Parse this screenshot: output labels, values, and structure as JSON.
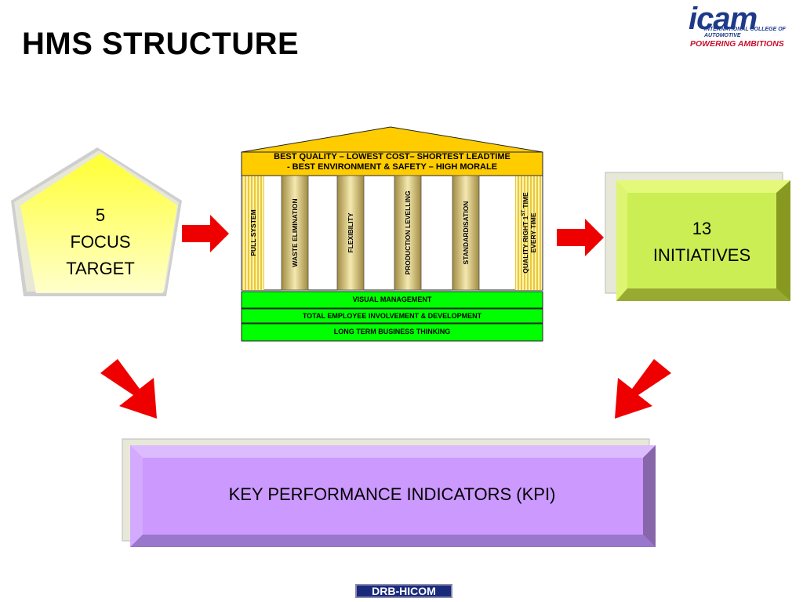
{
  "slide": {
    "title": "HMS STRUCTURE"
  },
  "logo": {
    "wordmark": "icam",
    "line1": "INTERNATIONAL COLLEGE OF",
    "line2": "AUTOMOTIVE",
    "tagline": "POWERING AMBITIONS"
  },
  "focus": {
    "line1": "5",
    "line2": "FOCUS",
    "line3": "TARGET",
    "color": "#ffff66"
  },
  "initiatives": {
    "line1": "13",
    "line2": "INITIATIVES",
    "color": "#ccee55"
  },
  "kpi": {
    "label": "KEY PERFORMANCE INDICATORS  (KPI)",
    "color": "#cc99ff"
  },
  "temple": {
    "roof_line1": "BEST QUALITY – LOWEST COST– SHORTEST LEADTIME",
    "roof_line2": "- BEST ENVIRONMENT & SAFETY – HIGH MORALE",
    "pillars": [
      "PULL SYSTEM",
      "WASTE ELIMINATION",
      "FLEXIBILITY",
      "PRODUCTION LEVELLING",
      "STANDARDISATION",
      "QUALITY RIGHT 1ST TIME EVERY TIME"
    ],
    "pillar_quality_line1": "QUALITY RIGHT 1",
    "pillar_quality_sup": "ST",
    "pillar_quality_line1_end": " TIME",
    "pillar_quality_line2": "EVERY TIME",
    "bands": [
      "VISUAL MANAGEMENT",
      "TOTAL EMPLOYEE INVOLVEMENT & DEVELOPMENT",
      "LONG TERM BUSINESS THINKING"
    ],
    "roof_color": "#ffcc00",
    "band_color": "#00ff00",
    "pillar_color": "#e8d27a"
  },
  "arrow_color": "#ee0000",
  "footer": {
    "brand": "DRB-HICOM"
  }
}
